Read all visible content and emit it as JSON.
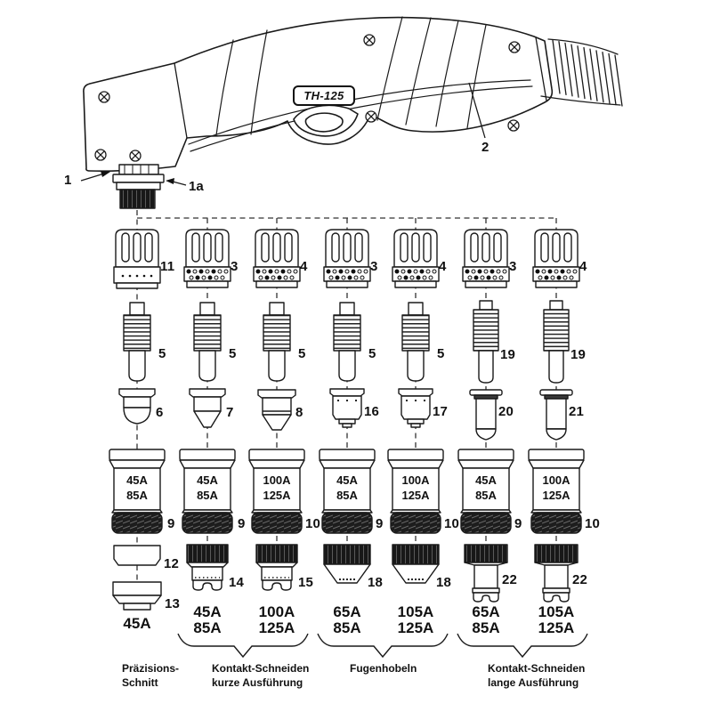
{
  "torch": {
    "model": "TH-125",
    "callouts": {
      "c1": "1",
      "c1a": "1a",
      "c2": "2"
    }
  },
  "columns": [
    {
      "diffuser": "11",
      "electrode": "5",
      "tip": "6",
      "cap": "9",
      "cap_amps": [
        "45A",
        "85A"
      ],
      "shields": [
        "12",
        "13"
      ],
      "amps": [
        "45A"
      ]
    },
    {
      "diffuser": "3",
      "electrode": "5",
      "tip": "7",
      "cap": "9",
      "cap_amps": [
        "45A",
        "85A"
      ],
      "shields": [
        "14"
      ],
      "amps": [
        "45A",
        "85A"
      ]
    },
    {
      "diffuser": "4",
      "electrode": "5",
      "tip": "8",
      "cap": "10",
      "cap_amps": [
        "100A",
        "125A"
      ],
      "shields": [
        "15"
      ],
      "amps": [
        "100A",
        "125A"
      ]
    },
    {
      "diffuser": "3",
      "electrode": "5",
      "tip": "16",
      "cap": "9",
      "cap_amps": [
        "45A",
        "85A"
      ],
      "shields": [
        "18"
      ],
      "amps": [
        "65A",
        "85A"
      ]
    },
    {
      "diffuser": "4",
      "electrode": "5",
      "tip": "17",
      "cap": "10",
      "cap_amps": [
        "100A",
        "125A"
      ],
      "shields": [
        "18"
      ],
      "amps": [
        "105A",
        "125A"
      ]
    },
    {
      "diffuser": "3",
      "electrode": "19",
      "tip": "20",
      "cap": "9",
      "cap_amps": [
        "45A",
        "85A"
      ],
      "shields": [
        "22"
      ],
      "amps": [
        "65A",
        "85A"
      ]
    },
    {
      "diffuser": "4",
      "electrode": "19",
      "tip": "21",
      "cap": "10",
      "cap_amps": [
        "100A",
        "125A"
      ],
      "shields": [
        "22"
      ],
      "amps": [
        "105A",
        "125A"
      ]
    }
  ],
  "groups": [
    {
      "line1": "Präzisions-",
      "line2": "Schnitt"
    },
    {
      "line1": "Kontakt-Schneiden",
      "line2": "kurze Ausführung"
    },
    {
      "line1": "Fugenhobeln",
      "line2": ""
    },
    {
      "line1": "Kontakt-Schneiden",
      "line2": "lange Ausführung"
    }
  ],
  "colors": {
    "line": "#1a1a1a",
    "knurl": "#181818",
    "background": "#ffffff"
  }
}
